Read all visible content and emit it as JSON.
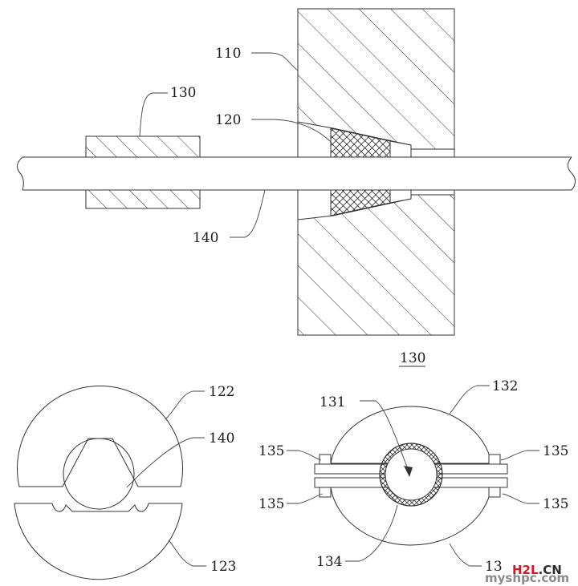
{
  "labels": {
    "part_110": "110",
    "part_120": "120",
    "part_130_top": "130",
    "part_140_top": "140",
    "figure_130": "130",
    "part_122": "122",
    "part_140_bottom": "140",
    "part_123": "123",
    "part_131": "131",
    "part_132": "132",
    "part_135_tl": "135",
    "part_135_tr": "135",
    "part_135_bl": "135",
    "part_135_br": "135",
    "part_134": "134",
    "part_133_partial": "13"
  },
  "watermark": {
    "brand": "H2L",
    "tld": ".CN",
    "site": "myshpc.com"
  },
  "colors": {
    "line": "#333333",
    "hatch": "#333333",
    "watermark_brand": "#d4182b",
    "watermark_site": "#8a8a8a"
  }
}
